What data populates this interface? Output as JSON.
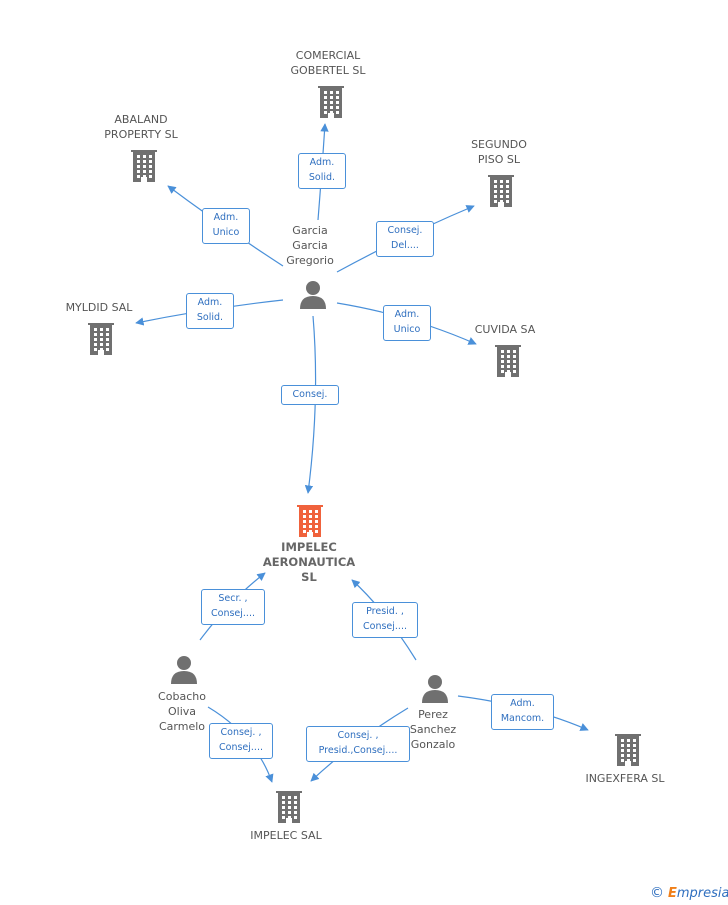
{
  "nodes": [
    {
      "id": "comercial",
      "type": "company",
      "label": "COMERCIAL\nGOBERTEL  SL"
    },
    {
      "id": "abaland",
      "type": "company",
      "label": "ABALAND\nPROPERTY SL"
    },
    {
      "id": "segundo",
      "type": "company",
      "label": "SEGUNDO\nPISO SL"
    },
    {
      "id": "myldid",
      "type": "company",
      "label": "MYLDID  SAL"
    },
    {
      "id": "cuvida",
      "type": "company",
      "label": "CUVIDA SA"
    },
    {
      "id": "garcia",
      "type": "person",
      "label": "Garcia\nGarcia\nGregorio"
    },
    {
      "id": "impelec_aero",
      "type": "company",
      "focus": true,
      "label": "IMPELEC\nAERONAUTICA\nSL"
    },
    {
      "id": "cobacho",
      "type": "person",
      "label": "Cobacho\nOliva\nCarmelo"
    },
    {
      "id": "perez",
      "type": "person",
      "label": "Perez\nSanchez\nGonzalo"
    },
    {
      "id": "ingexfera",
      "type": "company",
      "label": "INGEXFERA SL"
    },
    {
      "id": "impelec_sal",
      "type": "company",
      "label": "IMPELEC SAL"
    }
  ],
  "relations": [
    {
      "id": "r1",
      "from": "garcia",
      "to": "comercial",
      "label": "Adm.\nSolid."
    },
    {
      "id": "r2",
      "from": "garcia",
      "to": "abaland",
      "label": "Adm.\nUnico"
    },
    {
      "id": "r3",
      "from": "garcia",
      "to": "segundo",
      "label": "Consej.\nDel...."
    },
    {
      "id": "r4",
      "from": "garcia",
      "to": "myldid",
      "label": "Adm.\nSolid."
    },
    {
      "id": "r5",
      "from": "garcia",
      "to": "cuvida",
      "label": "Adm.\nUnico"
    },
    {
      "id": "r6",
      "from": "garcia",
      "to": "impelec_aero",
      "label": "Consej."
    },
    {
      "id": "r7",
      "from": "cobacho",
      "to": "impelec_aero",
      "label": "Secr. ,\nConsej...."
    },
    {
      "id": "r8",
      "from": "perez",
      "to": "impelec_aero",
      "label": "Presid. ,\nConsej...."
    },
    {
      "id": "r9",
      "from": "cobacho",
      "to": "impelec_sal",
      "label": "Consej. ,\nConsej...."
    },
    {
      "id": "r10",
      "from": "perez",
      "to": "impelec_sal",
      "label": "Consej. ,\nPresid.,Consej...."
    },
    {
      "id": "r11",
      "from": "perez",
      "to": "ingexfera",
      "label": "Adm.\nMancom."
    }
  ],
  "colors": {
    "company": "#707070",
    "focus_company": "#f0623c",
    "person": "#707070",
    "edge": "#4a90d9"
  },
  "brand": {
    "copyright": "©",
    "initial": "E",
    "rest": "mpresia"
  }
}
